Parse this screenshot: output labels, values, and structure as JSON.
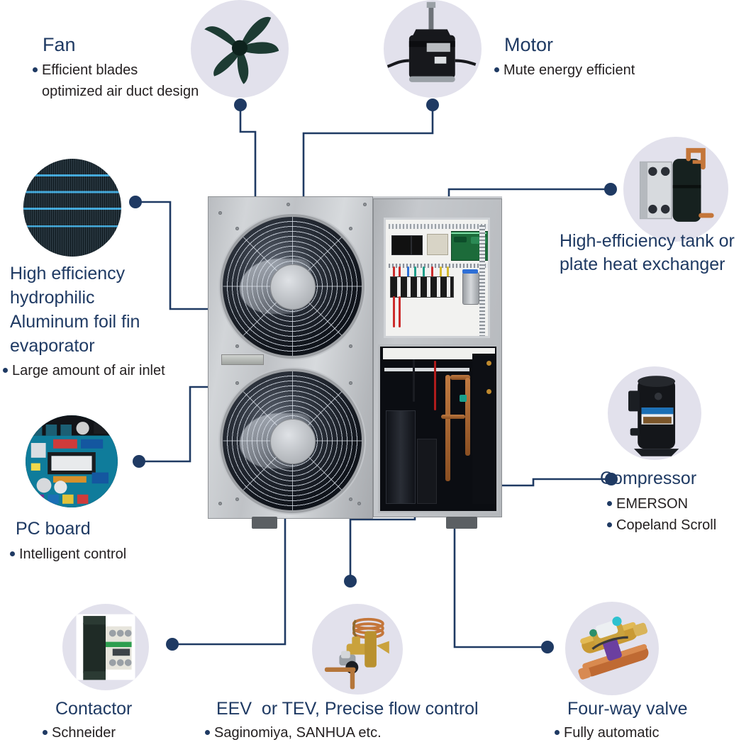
{
  "theme": {
    "heading_color": "#1f3a63",
    "body_color": "#231f20",
    "connector_color": "#1f3a63",
    "circle_bg": "#e2e1ec"
  },
  "diagram": {
    "title": "Air source heat pump unit component callout diagram",
    "center_unit_name": "air-source-heat-pump-outdoor-unit"
  },
  "callouts": [
    {
      "id": "fan",
      "icon": "fan-blade-photo",
      "heading": "Fan",
      "bullets": [
        "Efficient blades"
      ],
      "extra_lines": [
        "optimized air duct design"
      ]
    },
    {
      "id": "motor",
      "icon": "fan-motor-photo",
      "heading": "Motor",
      "bullets": [
        "Mute energy efficient"
      ],
      "extra_lines": []
    },
    {
      "id": "heat-exchanger",
      "icon": "plate-heat-exchanger-photo",
      "heading": "High-efficiency tank or",
      "heading_line2": "plate heat exchanger",
      "bullets": [],
      "extra_lines": []
    },
    {
      "id": "evaporator",
      "icon": "aluminum-fin-coil-photo",
      "heading": "High efficiency",
      "heading_line2": "hydrophilic",
      "heading_line3": "Aluminum foil fin",
      "heading_line4": "evaporator",
      "bullets": [
        "Large amount of air inlet"
      ],
      "extra_lines": []
    },
    {
      "id": "pc-board",
      "icon": "pc-board-photo",
      "heading": "PC board",
      "bullets": [
        "Intelligent control"
      ],
      "extra_lines": []
    },
    {
      "id": "compressor",
      "icon": "scroll-compressor-photo",
      "heading": "Compressor",
      "bullets": [
        "EMERSON",
        "Copeland Scroll"
      ],
      "extra_lines": []
    },
    {
      "id": "contactor",
      "icon": "contactor-photo",
      "heading": "Contactor",
      "bullets": [
        "Schneider"
      ],
      "extra_lines": []
    },
    {
      "id": "expansion-valve",
      "icon": "expansion-valve-photo",
      "heading": "EEV  or TEV, Precise flow control",
      "bullets": [
        "Saginomiya, SANHUA etc."
      ],
      "extra_lines": []
    },
    {
      "id": "four-way-valve",
      "icon": "four-way-valve-photo",
      "heading": "Four-way valve",
      "bullets": [
        "Fully automatic"
      ],
      "extra_lines": []
    }
  ]
}
